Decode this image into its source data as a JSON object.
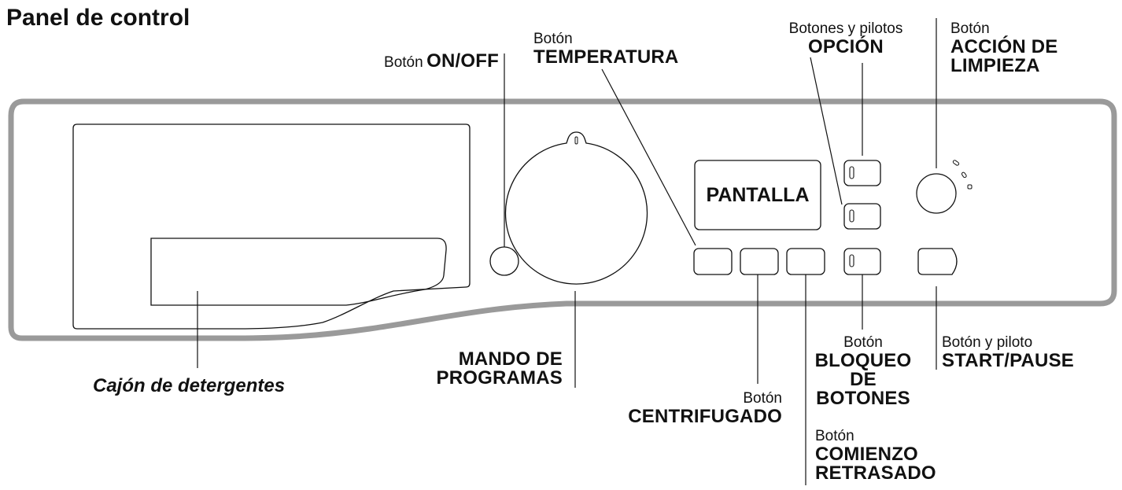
{
  "title": "Panel de control",
  "display_text": "PANTALLA",
  "labels": {
    "on_off": {
      "prefix": "Botón",
      "name": "ON/OFF"
    },
    "temperatura": {
      "prefix": "Botón",
      "name": "TEMPERATURA"
    },
    "opcion": {
      "prefix": "Botones y pilotos",
      "name": "OPCIÓN"
    },
    "accion_limpieza": {
      "prefix": "Botón",
      "name_line1": "ACCIÓN DE",
      "name_line2": "LIMPIEZA"
    },
    "cajon": {
      "name": "Cajón de detergentes"
    },
    "mando": {
      "name_line1": "MANDO DE",
      "name_line2": "PROGRAMAS"
    },
    "centrifugado": {
      "prefix": "Botón",
      "name": "CENTRIFUGADO"
    },
    "bloqueo": {
      "prefix": "Botón",
      "name_line1": "BLOQUEO",
      "name_line2": "DE",
      "name_line3": "BOTONES"
    },
    "start_pause": {
      "prefix": "Botón y piloto",
      "name": "START/PAUSE"
    },
    "comienzo": {
      "prefix": "Botón",
      "name_line1": "COMIENZO",
      "name_line2": "RETRASADO"
    }
  },
  "colors": {
    "panel_outline": "#9a9a9a",
    "line": "#111111"
  }
}
